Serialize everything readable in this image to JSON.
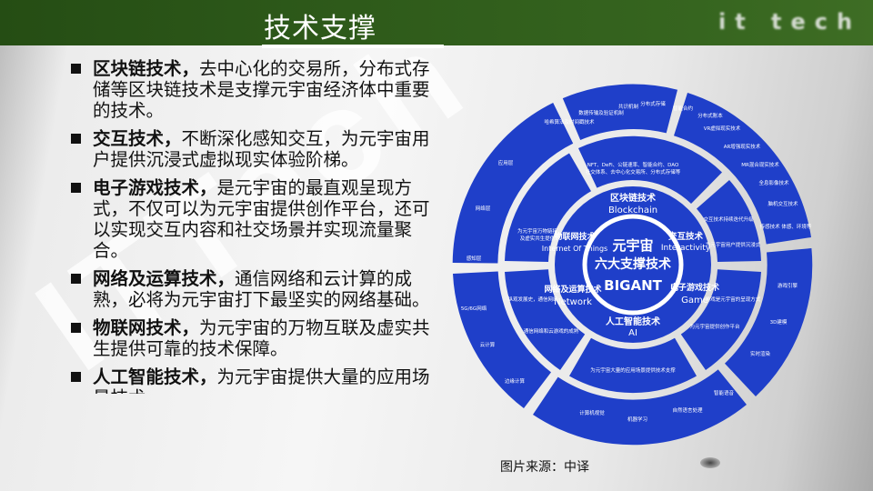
{
  "header": {
    "title": "技术支撑",
    "logo": "it tech"
  },
  "watermark": "ITTech",
  "bullets": [
    {
      "title": "区块链技术，",
      "text": "去中心化的交易所，分布式存储等区块链技术是支撑元宇宙经济体中重要的技术。"
    },
    {
      "title": "交互技术，",
      "text": "不断深化感知交互，为元宇宙用户提供沉浸式虚拟现实体验阶梯。"
    },
    {
      "title": "电子游戏技术，",
      "text": "是元宇宙的最直观呈现方式，不仅可以为元宇宙提供创作平台，还可以实现交互内容和社交场景并实现流量聚合。"
    },
    {
      "title": "网络及运算技术，",
      "text": "通信网络和云计算的成熟，必将为元宇宙打下最坚实的网络基础。"
    },
    {
      "title": "物联网技术，",
      "text": "为元宇宙的万物互联及虚实共生提供可靠的技术保障。"
    },
    {
      "title": "人工智能技术，",
      "text": "为元宇宙提供大量的应用场景技术..."
    }
  ],
  "diagram": {
    "center": {
      "line1": "元宇宙",
      "line2": "六大支撑技术",
      "line3": "BIGANT"
    },
    "colors": {
      "ring": "#1f3fc9",
      "gap": "#ffffff"
    },
    "inner_ring": [
      {
        "zh": "区块链技术",
        "en": "Blockchain"
      },
      {
        "zh": "交互技术",
        "en": "Interactivity"
      },
      {
        "zh": "电子游戏技术",
        "en": "Game"
      },
      {
        "zh": "人工智能技术",
        "en": "AI"
      },
      {
        "zh": "网络及运算技术",
        "en": "Network"
      },
      {
        "zh": "物联网技术",
        "en": "Internet Of Things"
      }
    ],
    "middle_ring": [
      {
        "text": "NFT、DeFi、公链速率、智能合约、DAO社交体系、去中心化交易所、分布式存储等区块链技术是支撑元宇宙经济体系最重要的技术"
      },
      {
        "text": "交互技术持续迭代升级，为元宇宙用户提供沉浸式虚拟现实体验阶梯，不断深化感知交互"
      },
      {
        "text": "游戏是元宇宙的呈现方式，它的交互灵活、信息丰富；为元宇宙提供创作平台、交互内容和社交场景并实现流量聚合"
      },
      {
        "text": "为元宇宙大量的应用场景提供技术支撑"
      },
      {
        "text": "纵观发展史，通信网络（传输速率）的提升一直是主旋律；通信网络和云游戏的成熟，夯实了元宇宙网络层面的基础"
      },
      {
        "text": "为元宇宙万物链接及虚实共生提供可靠技术保障"
      }
    ],
    "outer_ring": {
      "blockchain": [
        "哈希算法及时间戳技术",
        "数据传输及验证机制",
        "共识机制",
        "分布式存储",
        "智能合约",
        "分布式账本"
      ],
      "interactivity": [
        "VR虚拟现实技术",
        "AR增强现实技术",
        "MR混合现实技术",
        "全息影像技术",
        "脑机交互技术",
        "传感技术 体感、环境等"
      ],
      "game": [
        "游戏引擎",
        "3D建模",
        "实时渲染"
      ],
      "ai": [
        "智能语音",
        "自然语言处理",
        "机器学习",
        "计算机视觉"
      ],
      "network": [
        "5G/6G网络",
        "云计算",
        "边缘计算"
      ],
      "iot": [
        "应用层",
        "网络层",
        "感知层"
      ]
    }
  },
  "source": "图片来源：中译"
}
